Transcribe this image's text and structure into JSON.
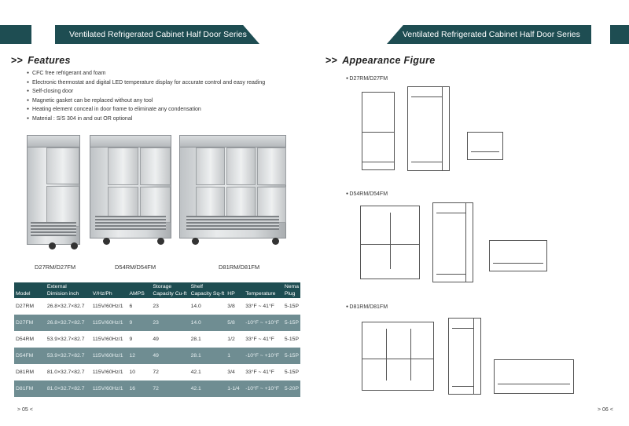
{
  "header": {
    "left_title": "Ventilated Refrigerated Cabinet Half Door Series",
    "right_title": "Ventilated Refrigerated Cabinet Half Door Series"
  },
  "features": {
    "arrow": ">>",
    "title": "Features",
    "items": [
      "CFC free refrigerant and foam",
      "Electronic thermostat and digital LED temperature display for accurate control and easy reading",
      "Self-closing door",
      "Magnetic gasket can be replaced without any tool",
      "Heating element conceal in door frame to eliminate any condensation",
      "Material : S/S 304 in and out OR optional"
    ]
  },
  "products": [
    {
      "caption": "D27RM/D27FM"
    },
    {
      "caption": "D54RM/D54FM"
    },
    {
      "caption": "D81RM/D81FM"
    }
  ],
  "table": {
    "headers": [
      {
        "top": "",
        "bottom": "Model"
      },
      {
        "top": "External",
        "bottom": "Dimision inch"
      },
      {
        "top": "",
        "bottom": "V/Hz/Ph"
      },
      {
        "top": "",
        "bottom": "AMPS"
      },
      {
        "top": "Storage",
        "bottom": "Capacity Cu-ft"
      },
      {
        "top": "Shelf",
        "bottom": "Capacity Sq-ft"
      },
      {
        "top": "",
        "bottom": "HP"
      },
      {
        "top": "",
        "bottom": "Temperature"
      },
      {
        "top": "Nema",
        "bottom": "Plug"
      }
    ],
    "rows": [
      [
        "D27RM",
        "26.8×32.7×82.7",
        "115V/60Hz/1",
        "6",
        "23",
        "14.0",
        "3/8",
        "33°F ~ 41°F",
        "5-15P"
      ],
      [
        "D27FM",
        "26.8×32.7×82.7",
        "115V/60Hz/1",
        "9",
        "23",
        "14.0",
        "5/8",
        "-10°F ~ +10°F",
        "5-15P"
      ],
      [
        "D54RM",
        "53.9×32.7×82.7",
        "115V/60Hz/1",
        "9",
        "49",
        "28.1",
        "1/2",
        "33°F ~ 41°F",
        "5-15P"
      ],
      [
        "D54FM",
        "53.9×32.7×82.7",
        "115V/60Hz/1",
        "12",
        "49",
        "28.1",
        "1",
        "-10°F ~ +10°F",
        "5-15P"
      ],
      [
        "D81RM",
        "81.0×32.7×82.7",
        "115V/60Hz/1",
        "10",
        "72",
        "42.1",
        "3/4",
        "33°F ~ 41°F",
        "5-15P"
      ],
      [
        "D81FM",
        "81.0×32.7×82.7",
        "115V/60Hz/1",
        "16",
        "72",
        "42.1",
        "1-1/4",
        "-10°F ~ +10°F",
        "5-20P"
      ]
    ]
  },
  "appearance": {
    "arrow": ">>",
    "title": "Appearance Figure",
    "labels": [
      "D27RM/D27FM",
      "D54RM/D54FM",
      "D81RM/D81FM"
    ]
  },
  "page_numbers": {
    "left": "> 05 <",
    "right": "> 06 <"
  },
  "colors": {
    "accent": "#1e4d52",
    "row_alt": "#6f8d92"
  }
}
